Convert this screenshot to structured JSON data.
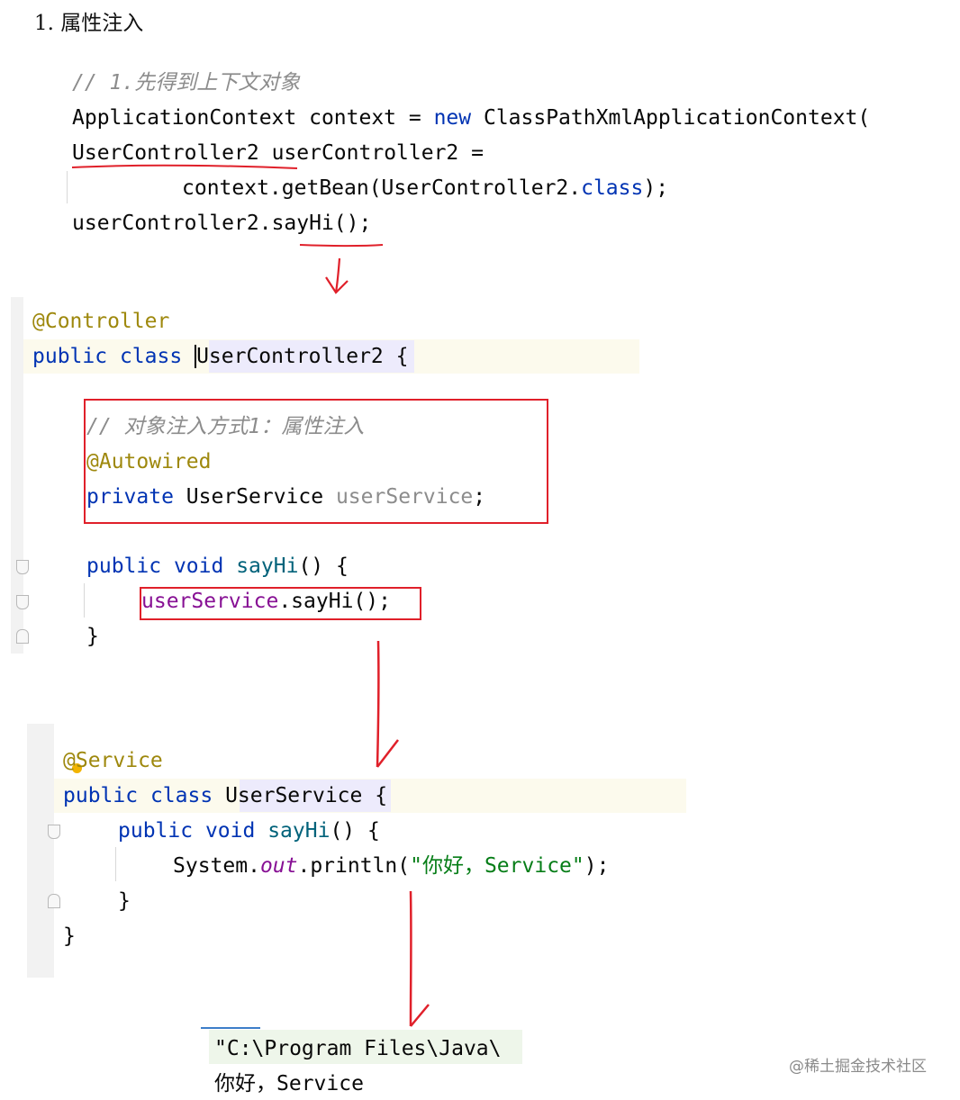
{
  "heading": "1. 属性注入",
  "snippet1": {
    "comment": "// 1.先得到上下文对象",
    "line2_type": "ApplicationContext",
    "line2_var": " context = ",
    "line2_new": "new",
    "line2_class": " ClassPathXmlApplicationContext(",
    "line3_type": "UserController2",
    "line3_rest": " userController2 =",
    "line4_pre": "context.getBean(UserController2.",
    "line4_kw": "class",
    "line4_post": ");",
    "line5_var": "userController2.",
    "line5_call": "sayHi();"
  },
  "snippet2": {
    "annotation": "@Controller",
    "kw_public": "public",
    "kw_class": "class",
    "class_name": "UserController2",
    "brace_open": " {",
    "comment": "// 对象注入方式1：属性注入",
    "autowired": "@Autowired",
    "kw_private": "private",
    "field_type": " UserService ",
    "field_name": "userService",
    "semicolon": ";",
    "kw_void": "void",
    "method": "sayHi",
    "method_tail": "() {",
    "call_field": "userService",
    "call_rest": ".sayHi();",
    "brace_close": "}"
  },
  "snippet3": {
    "annotation": "@Service",
    "kw_public": "public",
    "kw_class": "class",
    "class_name": "UserService",
    "brace_open": " {",
    "kw_void": "void",
    "method": "sayHi",
    "method_tail": "() {",
    "sys": "System.",
    "out": "out",
    "println": ".println(",
    "string": "\"你好，Service\"",
    "println_end": ");",
    "inner_close": "}",
    "outer_close": "}"
  },
  "output": {
    "path": "\"C:\\Program Files\\Java\\",
    "result": "你好，Service"
  },
  "watermark": "@稀土掘金技术社区",
  "colors": {
    "annotation_red": "#e0202a",
    "keyword": "#0033b3",
    "method": "#00627a",
    "annotation": "#9e880d",
    "field": "#871094",
    "string": "#067d17",
    "comment": "#8c8c8c"
  }
}
